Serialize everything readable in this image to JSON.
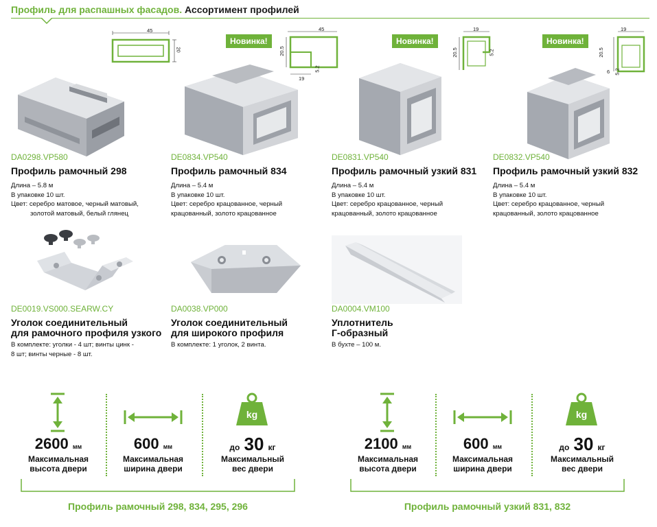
{
  "header": {
    "title_green": "Профиль для распашных фасадов.",
    "title_dark": "Ассортимент профилей"
  },
  "badge_label": "Новинка!",
  "products": [
    {
      "code": "DA0298.VP580",
      "name": "Профиль рамочный 298",
      "desc": [
        "Длина – 5.8 м",
        "В упаковке 10 шт.",
        "Цвет: серебро матовое, черный матовый,",
        "золотой матовый, белый глянец"
      ],
      "dims": [
        "45",
        "20"
      ]
    },
    {
      "code": "DE0834.VP540",
      "name": "Профиль рамочный 834",
      "desc": [
        "Длина – 5.4 м",
        "В упаковке 10 шт.",
        "Цвет: серебро крацованное, черный",
        "крацованный, золото крацованное"
      ],
      "dims": [
        "45",
        "20.5",
        "19",
        "5.2"
      ]
    },
    {
      "code": "DE0831.VP540",
      "name": "Профиль рамочный узкий 831",
      "desc": [
        "Длина – 5.4 м",
        "В упаковке 10 шт.",
        "Цвет: серебро крацованное, черный",
        "крацованный, золото крацованное"
      ],
      "dims": [
        "19",
        "20.5",
        "5.2"
      ]
    },
    {
      "code": "DE0832.VP540",
      "name": "Профиль рамочный узкий 832",
      "desc": [
        "Длина – 5.4 м",
        "В упаковке 10 шт.",
        "Цвет: серебро крацованное, черный",
        "крацованный, золото крацованное"
      ],
      "dims": [
        "19",
        "20.5",
        "6",
        "5.2"
      ]
    },
    {
      "code": "DE0019.VS000.SEARW.CY",
      "name": [
        "Уголок соединительный",
        "для рамочного профиля узкого"
      ],
      "desc": [
        "В комплекте: уголки - 4 шт; винты цинк -",
        "8 шт; винты черные - 8 шт."
      ]
    },
    {
      "code": "DA0038.VP000",
      "name": [
        "Уголок соединительный",
        "для широкого профиля"
      ],
      "desc": [
        "В комплекте: 1 уголок, 2 винта."
      ]
    },
    {
      "code": "DA0004.VM100",
      "name": [
        "Уплотнитель",
        "Г-образный"
      ],
      "desc": [
        "В бухте – 100 м."
      ]
    }
  ],
  "specs": [
    {
      "height_value": "2600",
      "height_unit": "мм",
      "height_label": [
        "Максимальная",
        "высота двери"
      ],
      "width_value": "600",
      "width_unit": "мм",
      "width_label": [
        "Максимальная",
        "ширина двери"
      ],
      "weight_prefix": "до",
      "weight_value": "30",
      "weight_unit": "кг",
      "weight_label": [
        "Максимальный",
        "вес двери"
      ],
      "kg_icon_text": "kg",
      "footer": "Профиль рамочный 298, 834, 295, 296"
    },
    {
      "height_value": "2100",
      "height_unit": "мм",
      "height_label": [
        "Максимальная",
        "высота двери"
      ],
      "width_value": "600",
      "width_unit": "мм",
      "width_label": [
        "Максимальная",
        "ширина двери"
      ],
      "weight_prefix": "до",
      "weight_value": "30",
      "weight_unit": "кг",
      "weight_label": [
        "Максимальный",
        "вес двери"
      ],
      "kg_icon_text": "kg",
      "footer": "Профиль рамочный узкий 831, 832"
    }
  ],
  "colors": {
    "accent": "#6fb23a",
    "text": "#111111",
    "metal_light": "#e3e5e8",
    "metal_mid": "#c4c7cc",
    "metal_dark": "#9a9ea5"
  }
}
